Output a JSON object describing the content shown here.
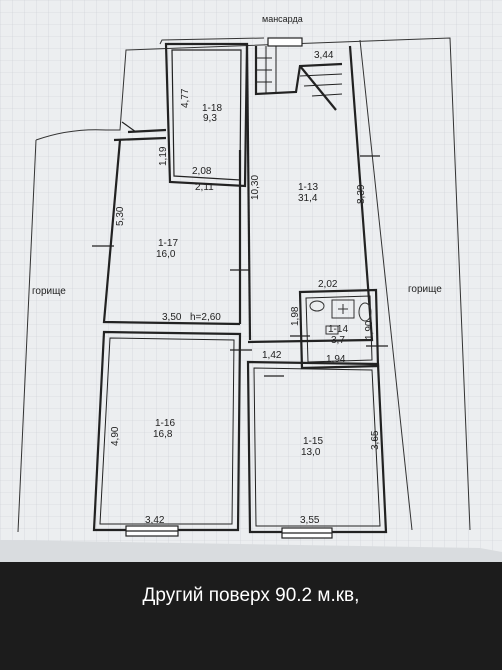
{
  "plan": {
    "top_label": "мансарда",
    "left_label": "горище",
    "right_label": "горище",
    "rooms": [
      {
        "id": "1-18",
        "area": "9,3"
      },
      {
        "id": "1-13",
        "area": "31,4"
      },
      {
        "id": "1-17",
        "area": "16,0"
      },
      {
        "id": "1-14",
        "area": "3,7"
      },
      {
        "id": "1-16",
        "area": "16,8"
      },
      {
        "id": "1-15",
        "area": "13,0"
      }
    ],
    "dimensions": {
      "stair_width": "3,44",
      "r18_height": "4,77",
      "r18_bottom_a": "2,08",
      "r18_bottom_b": "2,11",
      "r18_side": "1,19",
      "r13_left": "10,30",
      "r13_right": "8,39",
      "r17_side": "5,30",
      "r17_bottom": "3,50",
      "ceiling_height": "h=2,60",
      "r14_top": "2,02",
      "r14_left": "1,98",
      "r14_right": "1,90",
      "r14_bottom": "1,94",
      "corridor": "1,42",
      "r16_side": "4,90",
      "r16_bottom": "3,42",
      "r15_side": "3,65",
      "r15_bottom": "3,55"
    }
  },
  "caption": "Другий поверх 90.2 м.кв,"
}
